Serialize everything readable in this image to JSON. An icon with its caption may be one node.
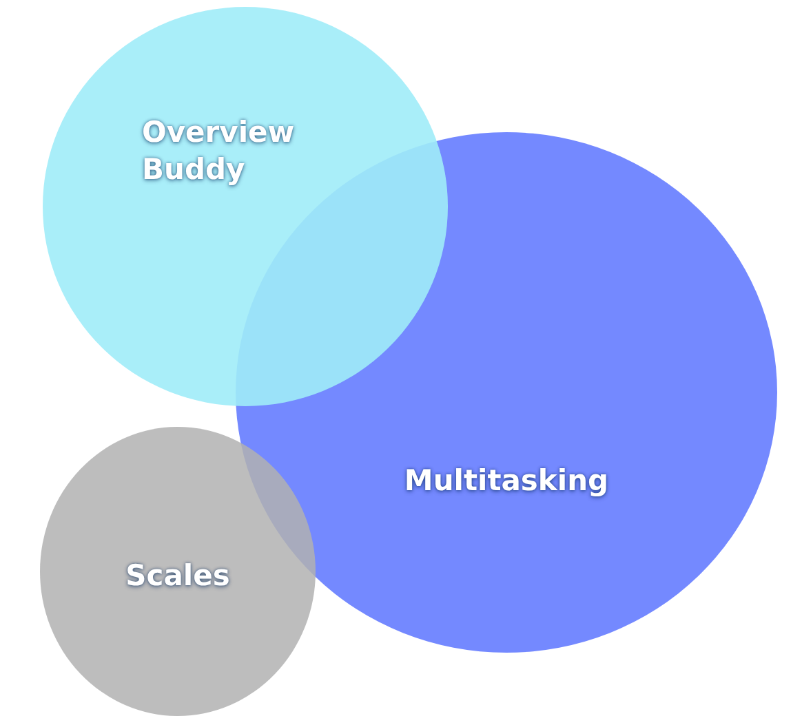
{
  "diagram": {
    "nodes": [
      {
        "text": [
          "Overview Buddy"
        ]
      },
      {
        "text": [
          "Multitasking"
        ]
      },
      {
        "text": [
          "Scales"
        ]
      }
    ]
  }
}
